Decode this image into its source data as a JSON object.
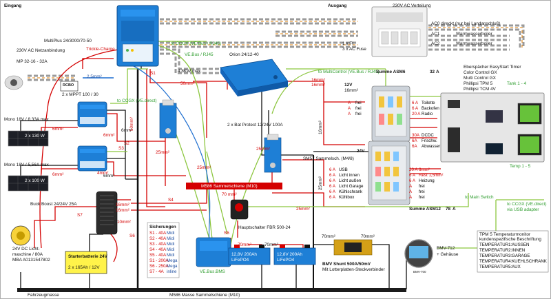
{
  "headers": {
    "input": "Eingang",
    "output": "Ausgang",
    "ac_dist": "230V AC Verteilung"
  },
  "inverter": {
    "label": "MultiPlus 24/3000/70-50",
    "trickle": "Trickle-Charge",
    "ac_in": "230V AC Netzanbindung",
    "mp": "MP 32-16 - 32A",
    "cerbo": "RCBO",
    "cable_25": "2,5mm²"
  },
  "ac": {
    "ac0": "AC0 direckt (nur bei Landanschluß)",
    "ac1": "AC1",
    "ac2": "AC2",
    "boiler1": "Warmwasserboiler",
    "boiler2": "Warmwasserboiler",
    "fi": "1 x FI",
    "fuses": "3 x AC Fuse"
  },
  "vebus": {
    "ccgx_rj45_top": "to CCGX (VE.Bus / RJ45)",
    "vebus_rj45": "VE.Bus / RJ45",
    "multicontrol": "to MultiControl (VE.Bus / RJ45)",
    "vebus_bms": "VE.Bus.BMS"
  },
  "orion": {
    "label": "Orion 24/12-40",
    "power": "4.8KW max."
  },
  "mppt": {
    "label": "2 x MPPT 100 / 30",
    "ccgx": "to CCGX (VE.direct)"
  },
  "solar": {
    "mono1": "Mono 18V / 8,33A max",
    "mono2": "Mono 18V / 5,56A max",
    "p1": "2 x 130 W",
    "p2": "2 x 100 W"
  },
  "bat_protect": {
    "label": "2 x Bat Protect 12/24V 100A"
  },
  "sammel": {
    "m10": "M586 Sammelschiene (M10)",
    "m8": "SM57 Sammelsch. (M4/8)",
    "masse": "M586 Masse Sammelschiene (M10)"
  },
  "booster": {
    "label": "Buck Boost 24/24V 25A"
  },
  "main_switch": {
    "label": "Hauptschalter FBR 500-24"
  },
  "lichtmaschine": {
    "l1": "24V DC Licht-",
    "l2": "maschine / 80A",
    "l3": "MBA A0131547802"
  },
  "starter": {
    "label": "Starterbatterie 24V",
    "capacity": "2 x 165Ah / 12V"
  },
  "fahrzeugmasse": "Fahrzeugmasse",
  "batteries": [
    {
      "l1": "12,8V 200Ah",
      "l2": "LiFePO4"
    },
    {
      "l1": "12,8V 200Ah",
      "l2": "LiFePO4"
    }
  ],
  "shunt": {
    "l1": "BMV Shunt 500A/50mV",
    "l2": "Mit Lotterplatten-Steckverbinder"
  },
  "bmv": {
    "label": "BMV-712",
    "sub": "+ Gehäuse",
    "small": "BMV-700"
  },
  "fuses_table": {
    "title": "Sicherungen",
    "rows": [
      {
        "id": "S1 - 40A",
        "type": "Midi"
      },
      {
        "id": "S2 - 40A",
        "type": "Midi"
      },
      {
        "id": "S3 - 40A",
        "type": "Midi"
      },
      {
        "id": "S4 - 40A",
        "type": "Midi"
      },
      {
        "id": "S5 - 40A",
        "type": "Midi"
      },
      {
        "id": "S1 - 200A",
        "type": "Mega"
      },
      {
        "id": "S6 - 250A",
        "type": "Mega"
      },
      {
        "id": "S7 - 4A",
        "type": "inline"
      }
    ]
  },
  "fuse_tags": [
    "S1",
    "S2",
    "S3",
    "S4",
    "S5",
    "S6",
    "S7"
  ],
  "summe": {
    "asm6": "Summe ASM6",
    "asm6_val": "32",
    "asm6_unit": "A",
    "asm12": "Summe ASM12",
    "asm12_val": "78",
    "asm12_unit": "A"
  },
  "fuse12": {
    "header": "12V",
    "cable": "16mm²",
    "left": [
      {
        "a": "A",
        "v": "frei"
      },
      {
        "a": "A",
        "v": "frei"
      },
      {
        "a": "A",
        "v": "frei"
      }
    ],
    "right": [
      {
        "a": "6 A",
        "v": "Toilette"
      },
      {
        "a": "6 A",
        "v": "Backofen"
      },
      {
        "a": "20 A",
        "v": "Radio"
      }
    ]
  },
  "mid": [
    {
      "a": "30A",
      "v": "DCDC"
    },
    {
      "a": "6A",
      "v": "Frischw."
    },
    {
      "a": "6A",
      "v": "Abwasser"
    }
  ],
  "fuse24": {
    "header": "24V",
    "left": [
      {
        "a": "6 A",
        "v": "USB"
      },
      {
        "a": "6 A",
        "v": "Licht innen"
      },
      {
        "a": "6 A",
        "v": "Licht außen"
      },
      {
        "a": "6 A",
        "v": "Licht Garage"
      },
      {
        "a": "6 A",
        "v": "Kühlschrank"
      },
      {
        "a": "6 A",
        "v": "Kühlbox"
      }
    ],
    "right": [
      {
        "a": "20 A",
        "v": "6mm²"
      },
      {
        "a": "6 A",
        "v": "Rest 1,5mm²"
      },
      {
        "a": "6 A",
        "v": "Heizung"
      },
      {
        "a": "A",
        "v": "frei"
      },
      {
        "a": "A",
        "v": "frei"
      },
      {
        "a": "A",
        "v": "frei"
      }
    ]
  },
  "control": {
    "lines": [
      "Eberspächer EasyStart Timer",
      "Color Control GX",
      "Multi Control GX",
      "Phillipsi TPM 5",
      "Phillipsi TCM 4V"
    ],
    "tank": "Tank 1 - 4",
    "temp": "Temp 1 - 5",
    "main_switch_grn": "to Main Switch",
    "ccgx_direct": "to CCGX (VE.direct)",
    "usb": "via USB adapter"
  },
  "temp_table": {
    "title1": "TPM 5 Temperaturmonitor",
    "title2": "kundenspezifische Beschriftung",
    "rows": [
      {
        "k": "TEMPERATUR1:",
        "v": "AUSSEN"
      },
      {
        "k": "TEMPERATUR2:",
        "v": "INNEN"
      },
      {
        "k": "TEMPERATUR3:",
        "v": "GARAGE"
      },
      {
        "k": "TEMPERATUR4:",
        "v": "KUEHLSCHRANK"
      },
      {
        "k": "TEMPERATUR5:",
        "v": "AUX"
      }
    ]
  },
  "cables": {
    "c6a": "6mm²",
    "c6b": "6mm²",
    "c6c": "6mm²",
    "c6d": "6mm²",
    "c6e": "6mm²",
    "c25a": "25mm²",
    "c25b": "25mm²",
    "c25c": "25mm²",
    "c25d": "25mm²",
    "c25e": "25mm²",
    "c50": "50mm²",
    "c50b": "50mm²",
    "c16a": "16mm²",
    "c16b": "16mm²",
    "c16c": "16mm²",
    "c16d": "16mm²",
    "c16e": "16mm²",
    "c70a": "70mm²",
    "c70b": "70mm²",
    "c70c": "70mm²",
    "c70d": "70mm²",
    "c70e": "70 mm²",
    "c10": "10mm²",
    "c4": "4mm²"
  },
  "colors": {
    "red": "#d40000",
    "green": "#8cc63f",
    "blue": "#1f6fd0",
    "black": "#111111",
    "victron": "#1e7fd6"
  }
}
